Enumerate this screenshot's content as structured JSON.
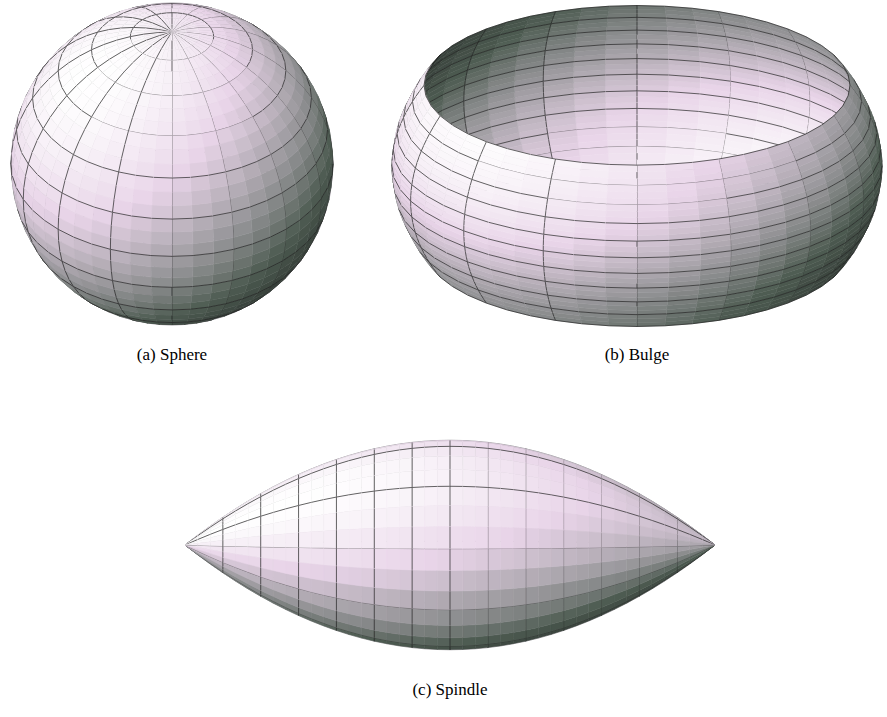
{
  "diagram": {
    "labels": [
      "(a) Sphere",
      "(b) Bulge",
      "(c) Spindle"
    ]
  }
}
